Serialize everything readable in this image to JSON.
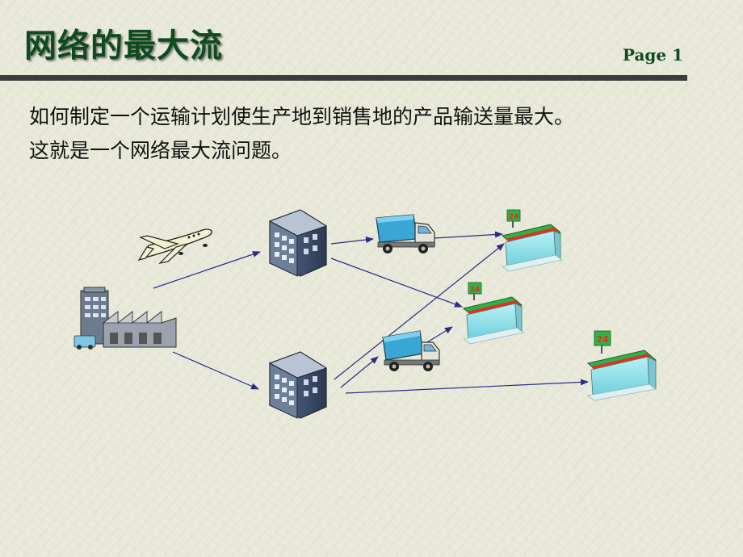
{
  "slide": {
    "title": "网络的最大流",
    "page_label": "Page 1"
  },
  "body": {
    "line1": "如何制定一个运输计划使生产地到销售地的产品输送量最大。",
    "line2": "这就是一个网络最大流问题。"
  },
  "diagram": {
    "store_sign": "24",
    "colors": {
      "title": "#0e4b1e",
      "arrow": "#2b2b8a",
      "truck_cargo": "#3aa6d6",
      "store_roof": "#2fb24a",
      "store_body": "#8fe0ea",
      "store_stripe": "#e0321e",
      "building": "#3d4f6a"
    }
  }
}
